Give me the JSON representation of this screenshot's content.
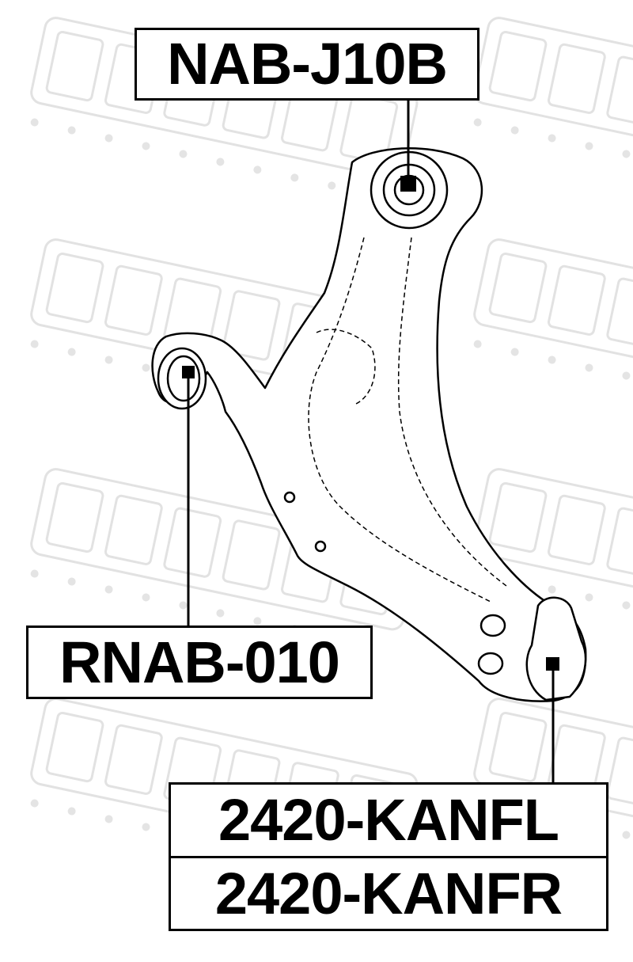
{
  "watermark": {
    "brand": "FEBEST",
    "tagline": "AUTO PARTS"
  },
  "parts": {
    "top": "NAB-J10B",
    "left": "RNAB-010",
    "bottom_1": "2420-KANFL",
    "bottom_2": "2420-KANFR"
  }
}
